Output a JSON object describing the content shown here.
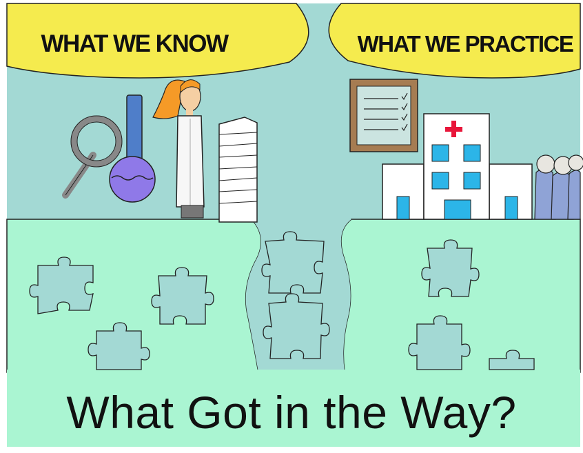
{
  "labels": {
    "left_bubble": "WHAT WE KNOW",
    "right_bubble": "WHAT WE PRACTICE",
    "caption": "What Got in the Way?"
  },
  "colors": {
    "sky": "#a3d9d4",
    "ground": "#aaf5d2",
    "bubble": "#f5eb4e",
    "puzzle": "#a3d9d4",
    "hospital_cross": "#e8163a",
    "hospital_window": "#2cb5e8",
    "flask": "#8f79e8",
    "board": "#a67c52",
    "crowd": "#8fa3d6"
  },
  "icons": [
    "magnifying-glass-icon",
    "flask-icon",
    "scientist-icon",
    "paper-stack-icon",
    "checklist-board-icon",
    "hospital-icon",
    "people-group-icon",
    "puzzle-piece-icon"
  ]
}
